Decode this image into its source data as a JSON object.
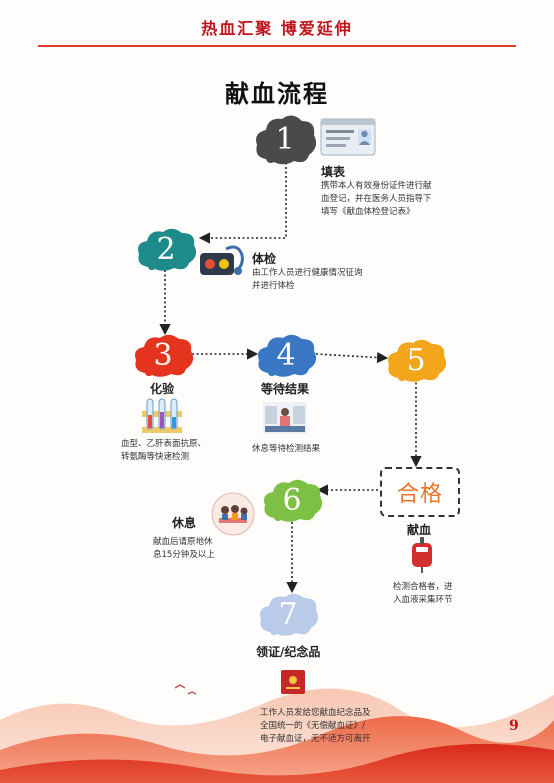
{
  "header": {
    "title": "热血汇聚   博爱延伸"
  },
  "page_title": "献血流程",
  "steps": [
    {
      "num": "1",
      "title": "填表",
      "desc": [
        "携带本人有效身份证件进行献",
        "血登记，并在医务人员指导下",
        "填写《献血体检登记表》"
      ],
      "color": "#4a4a4a"
    },
    {
      "num": "2",
      "title": "体检",
      "desc": [
        "由工作人员进行健康情况征询",
        "并进行体检"
      ],
      "color": "#1f8a8a"
    },
    {
      "num": "3",
      "title": "化验",
      "desc": [
        "血型、乙肝表面抗原、",
        "转氨酶等快速检测"
      ],
      "color": "#e4341e"
    },
    {
      "num": "4",
      "title": "等待结果",
      "desc": [
        "休息等待检测结果"
      ],
      "color": "#3a78c6"
    },
    {
      "num": "5",
      "title": "",
      "desc": [],
      "color": "#f3a51c"
    },
    {
      "num": "6",
      "title": "休息",
      "desc": [
        "献血后请原地休",
        "息15分钟及以上"
      ],
      "color": "#7dc043"
    },
    {
      "num": "7",
      "title": "领证/纪念品",
      "desc": [
        "工作人员发给您献血纪念品及",
        "全国统一的《无偿献血证》/",
        "电子献血证，无不适方可离开"
      ],
      "color": "#b9cbe9"
    }
  ],
  "pass": {
    "label": "合格",
    "title": "献血",
    "desc": [
      "检测合格者，进",
      "入血液采集环节"
    ]
  },
  "page_number": "9",
  "colors": {
    "accent": "#c0141c",
    "pass_text": "#e8742c"
  },
  "icons": [
    "id-card-icon",
    "medical-device-icon",
    "test-tubes-icon",
    "waiting-room-icon",
    "resting-people-icon",
    "blood-bag-icon",
    "certificate-icon"
  ]
}
